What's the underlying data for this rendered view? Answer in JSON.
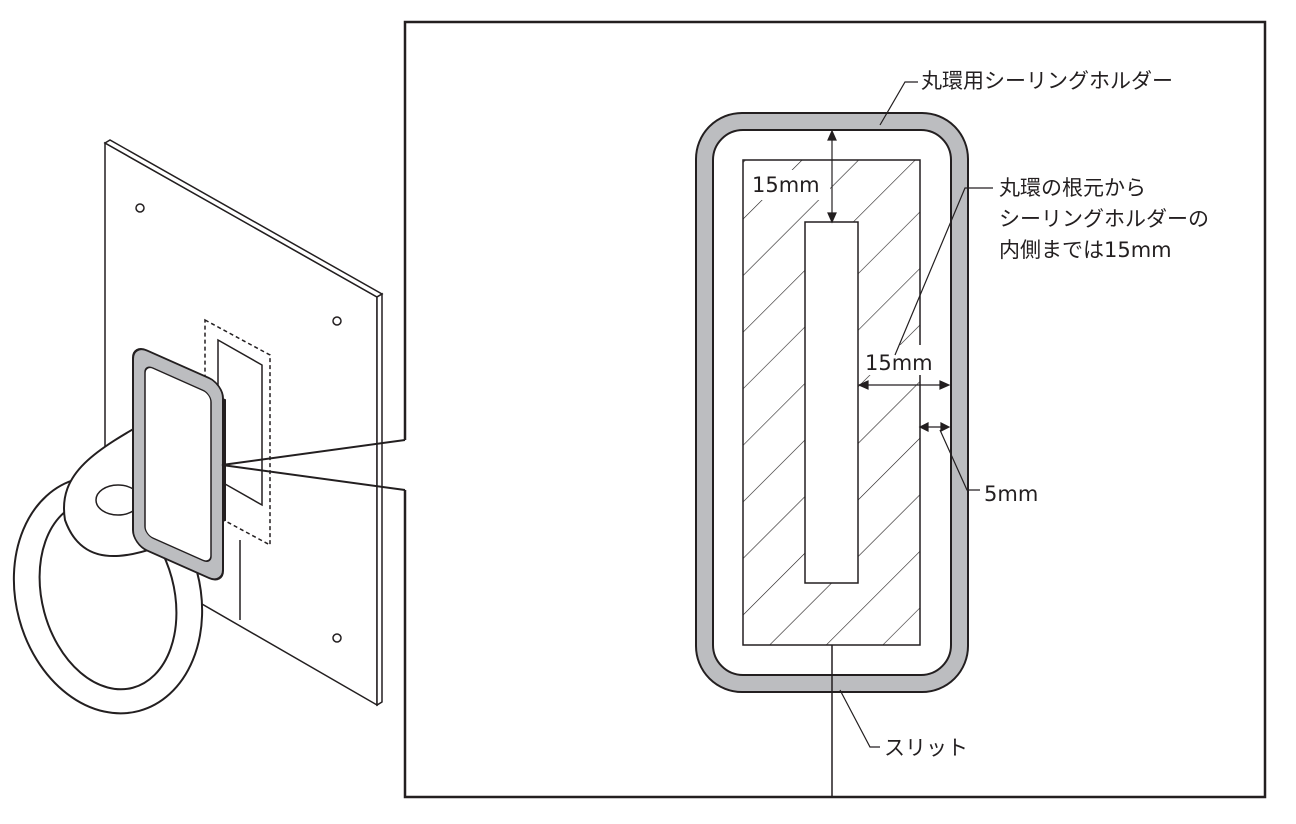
{
  "labels": {
    "holder": "丸環用シーリングホルダー",
    "note_line1": "丸環の根元から",
    "note_line2": "シーリングホルダーの",
    "note_line3": "内側までは15mm",
    "dim_top": "15mm",
    "dim_side": "15mm",
    "dim_thickness": "5mm",
    "slit": "スリット"
  },
  "colors": {
    "holder_fill": "#bcbdc0",
    "line": "#231f20"
  }
}
